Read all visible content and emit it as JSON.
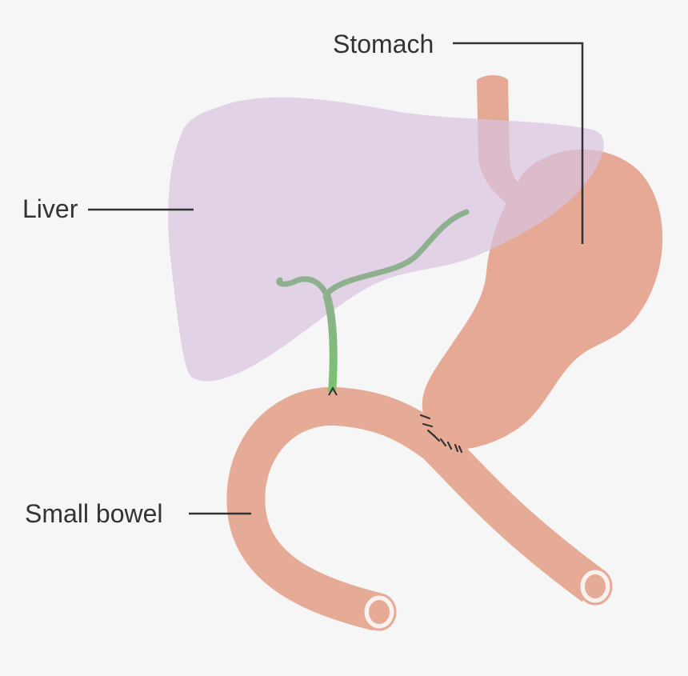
{
  "labels": {
    "stomach": "Stomach",
    "liver": "Liver",
    "small_bowel": "Small bowel"
  },
  "colors": {
    "background": "#f6f6f6",
    "liver": "#d8c3df",
    "stomach": "#e6a996",
    "small_bowel": "#e6ab97",
    "bile_duct_upper": "#8fb08f",
    "bile_duct_lower": "#79c26f",
    "sutures": "#333333",
    "text": "#333333"
  }
}
